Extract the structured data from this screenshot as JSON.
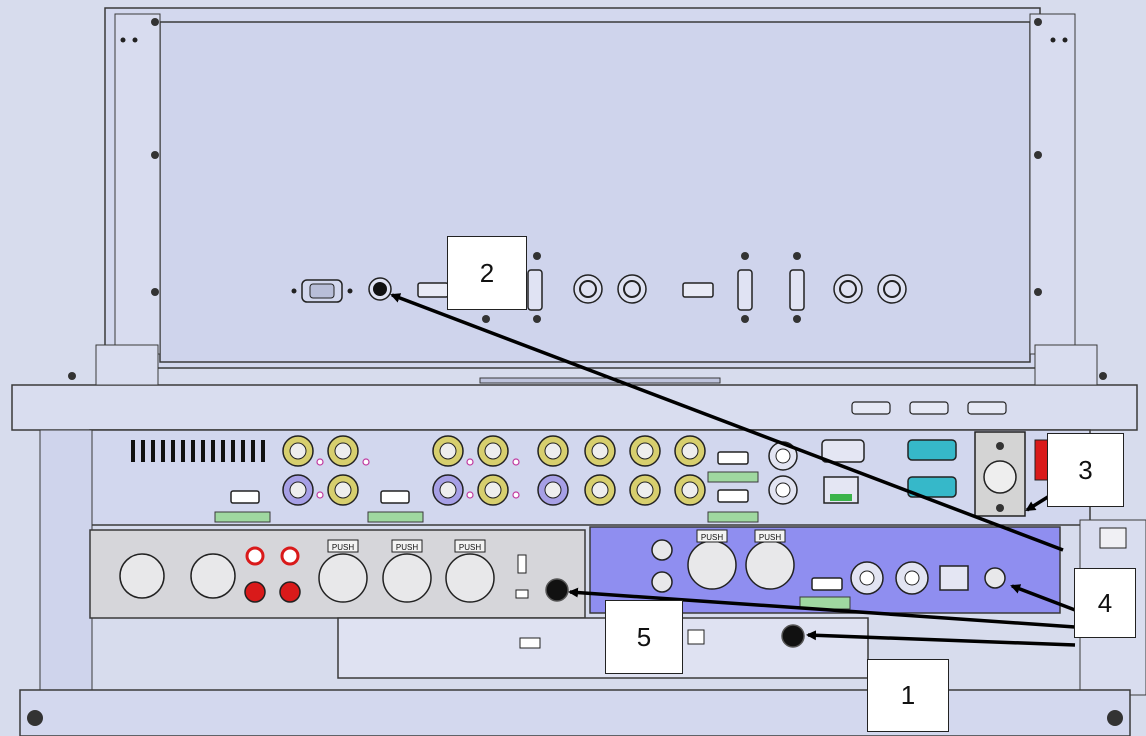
{
  "colors": {
    "background": "#ffffff",
    "chassis": "#d7dced",
    "panel": "#cfd4ec",
    "panel_stroke": "#3a3a3a",
    "lower_left_panel": "#d6d6da",
    "blue_module": "#8f8ef0",
    "connector_gold": "#d7cf6e",
    "connector_violet": "#a7a0e6",
    "serial_teal": "#36b8c9",
    "bracket_green": "#9fd8a0",
    "red_jack": "#d91a1a",
    "arrow": "#000000"
  },
  "connector_labels": {
    "push": "PUSH"
  },
  "callouts": [
    {
      "id": "1",
      "label": "1"
    },
    {
      "id": "2",
      "label": "2"
    },
    {
      "id": "3",
      "label": "3"
    },
    {
      "id": "4",
      "label": "4"
    },
    {
      "id": "5",
      "label": "5"
    }
  ]
}
